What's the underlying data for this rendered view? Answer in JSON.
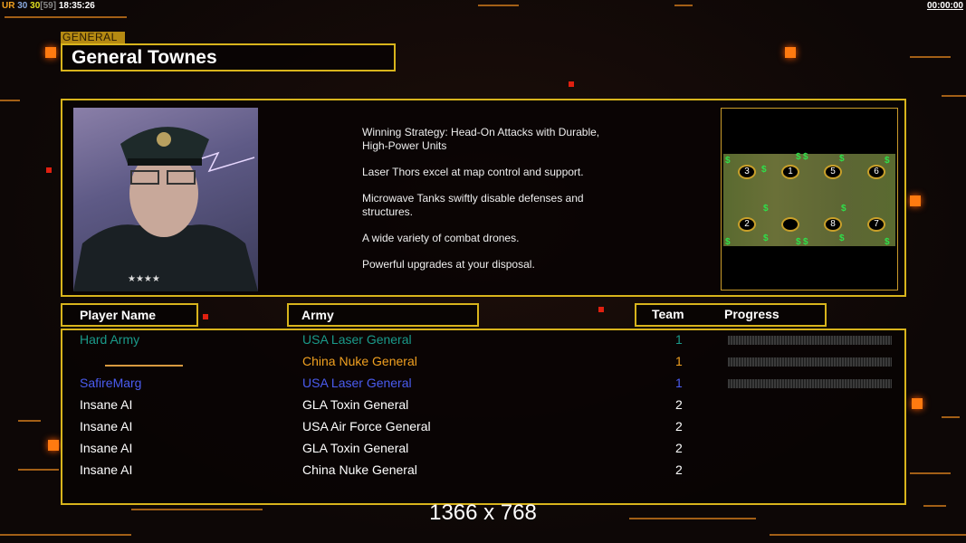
{
  "hud": {
    "ur": "UR",
    "fps1": "30",
    "fps2": "30",
    "bracket": "[59]",
    "time": "18:35:26"
  },
  "clock": "00:00:00",
  "general": {
    "label": "GENERAL",
    "name": "General Townes"
  },
  "description": [
    "Winning Strategy: Head-On Attacks with Durable,\n High-Power Units",
    "Laser Thors excel at map control and support.",
    "Microwave Tanks swiftly disable defenses and\n structures.",
    "A wide variety of combat drones.",
    "Powerful upgrades at your disposal."
  ],
  "map": {
    "slots": [
      "3",
      "1",
      "5",
      "6",
      "2",
      "",
      "8",
      "7"
    ],
    "money_icon": "$"
  },
  "columns": {
    "player": "Player Name",
    "army": "Army",
    "team": "Team",
    "progress": "Progress"
  },
  "players": [
    {
      "name": "Hard Army",
      "army": "USA Laser General",
      "team": "1",
      "color": "#1a9a8a",
      "progress": 0
    },
    {
      "name": "",
      "army": "China Nuke General",
      "team": "1",
      "color": "#f0a020",
      "progress": 0
    },
    {
      "name": "SafireMarg",
      "army": "USA Laser General",
      "team": "1",
      "color": "#4a5cf0",
      "progress": 0
    },
    {
      "name": "Insane AI",
      "army": "GLA Toxin General",
      "team": "2",
      "color": "#ffffff"
    },
    {
      "name": "Insane AI",
      "army": "USA Air Force General",
      "team": "2",
      "color": "#ffffff"
    },
    {
      "name": "Insane AI",
      "army": "GLA Toxin General",
      "team": "2",
      "color": "#ffffff"
    },
    {
      "name": "Insane AI",
      "army": "China Nuke General",
      "team": "2",
      "color": "#ffffff"
    }
  ],
  "resolution": "1366 x 768"
}
